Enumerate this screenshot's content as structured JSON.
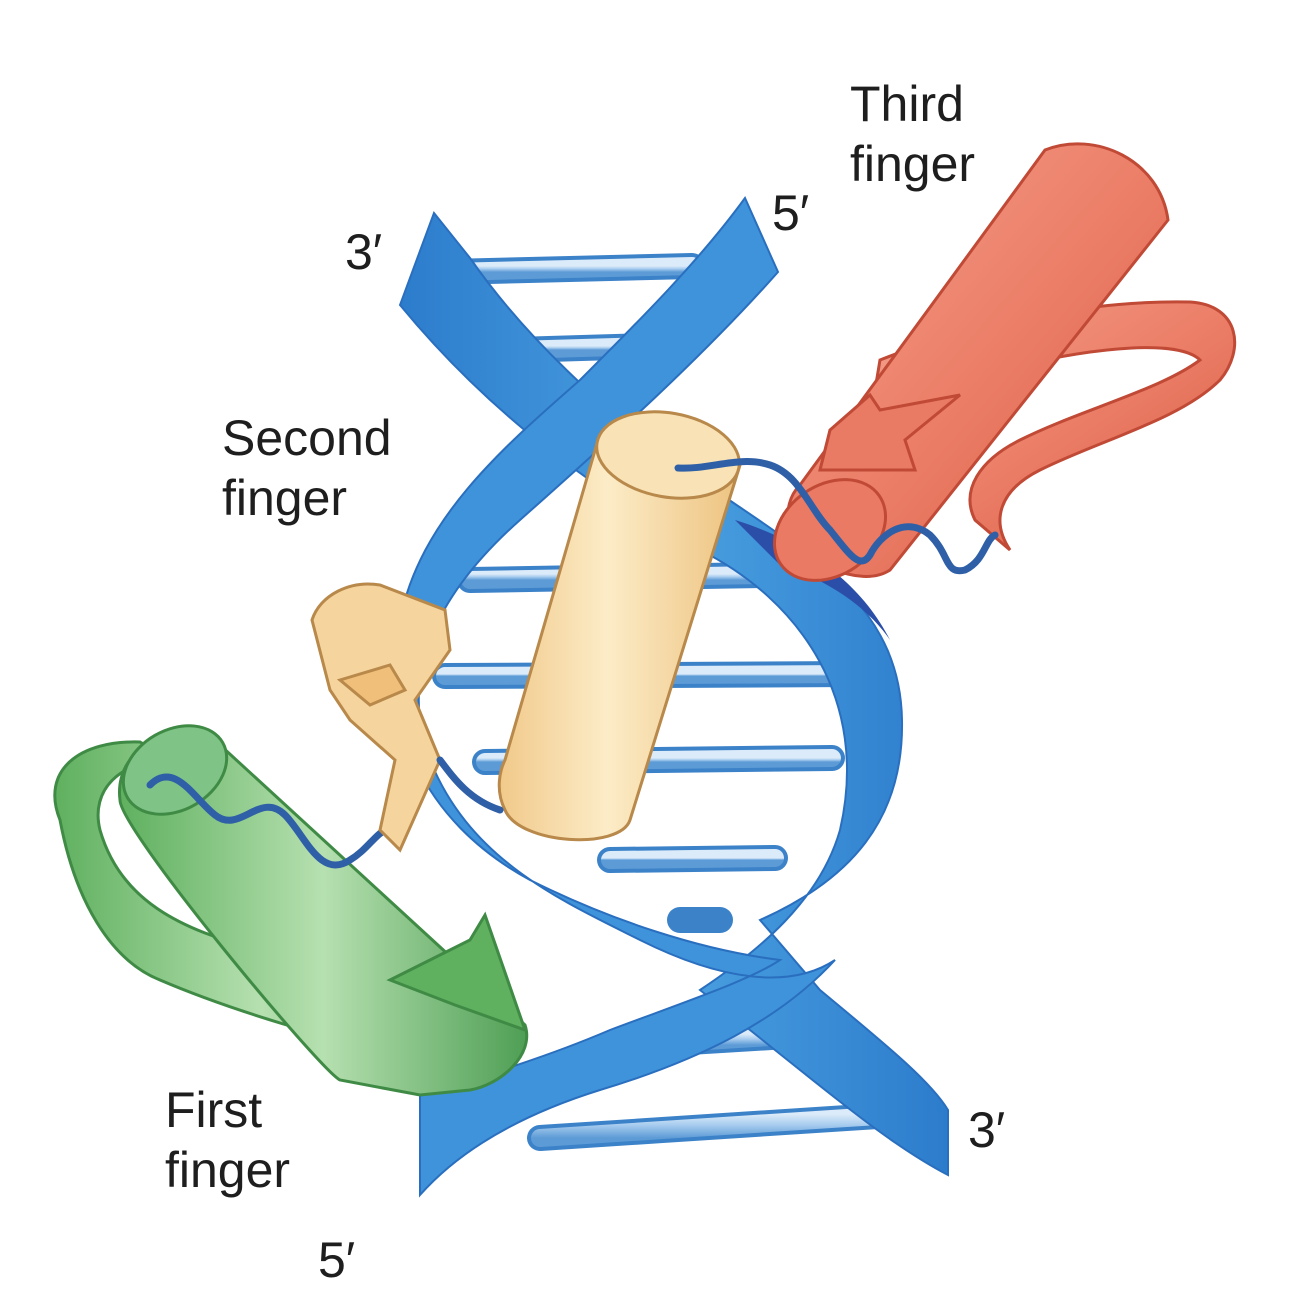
{
  "labels": {
    "third_finger": [
      "Third",
      "finger"
    ],
    "second_finger": [
      "Second",
      "finger"
    ],
    "first_finger": [
      "First",
      "finger"
    ],
    "top_left_end": "3′",
    "top_right_end": "5′",
    "bottom_right_end": "3′",
    "bottom_left_end": "5′"
  },
  "colors": {
    "dna_backbone": "#3c8fd6",
    "dna_backbone_dark": "#2a6fbf",
    "base_pair": "#a8cdee",
    "third_finger": "#e8705a",
    "second_finger": "#f6d9a2",
    "first_finger": "#7cc47f",
    "linker": "#2f5fa6"
  }
}
